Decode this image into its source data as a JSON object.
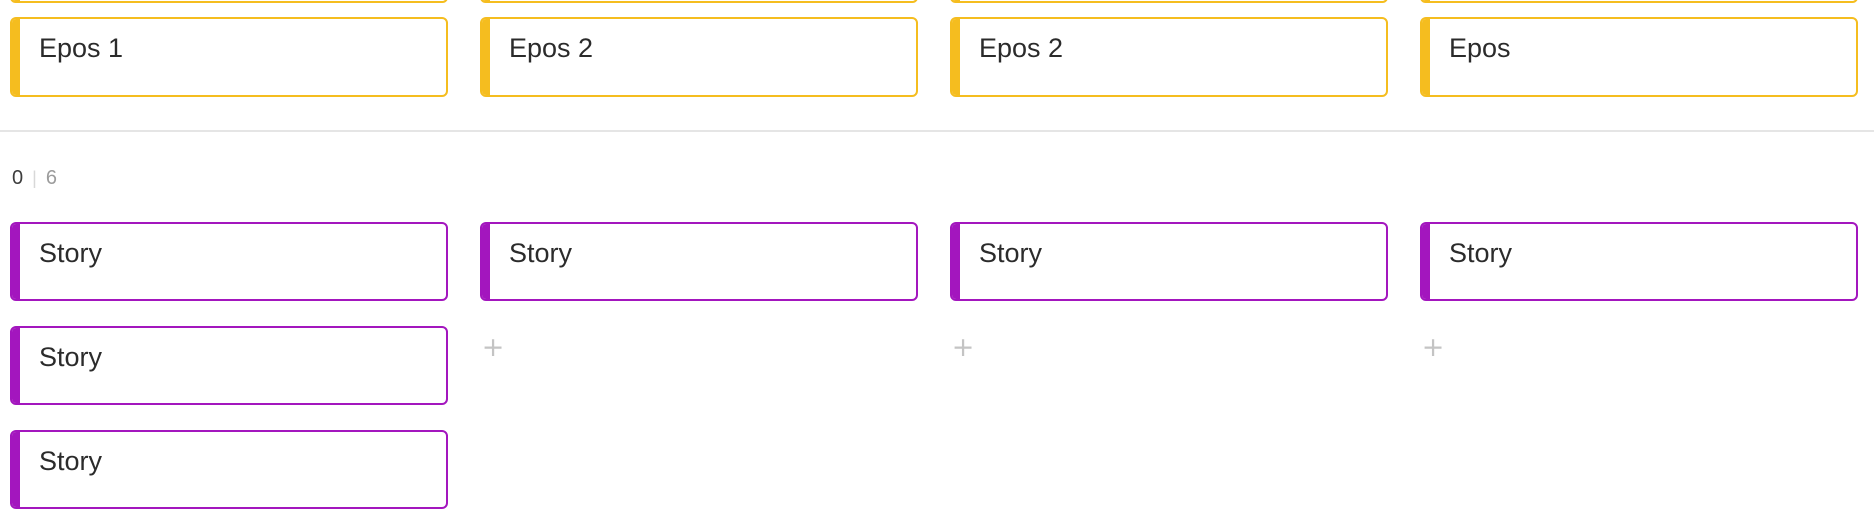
{
  "board": {
    "counter": {
      "done": "0",
      "separator": "|",
      "total": "6"
    },
    "add_button_glyph": "+",
    "columns": [
      {
        "epic": {
          "label": "Epos 1"
        },
        "stories": [
          "Story",
          "Story",
          "Story"
        ]
      },
      {
        "epic": {
          "label": "Epos 2"
        },
        "stories": [
          "Story"
        ]
      },
      {
        "epic": {
          "label": "Epos 2"
        },
        "stories": [
          "Story"
        ]
      },
      {
        "epic": {
          "label": "Epos"
        },
        "stories": [
          "Story"
        ]
      }
    ],
    "colors": {
      "epic_accent": "#F5BD1F",
      "story_accent": "#A316BE",
      "divider": "#E5E5E5",
      "counter_done": "#3D3D3D",
      "counter_total": "#9C9C9C",
      "plus_icon": "#C4C4C4",
      "card_text": "#2B2B2B",
      "card_background": "#FFFFFF"
    }
  }
}
